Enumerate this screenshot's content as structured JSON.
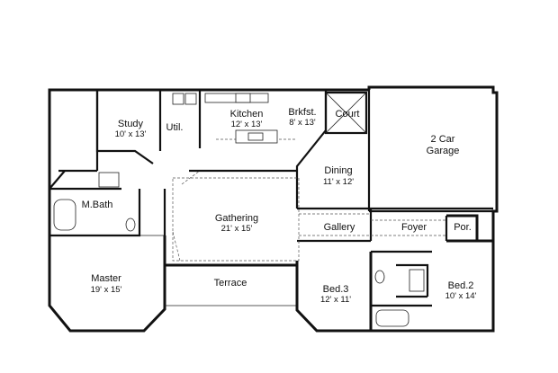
{
  "rooms": {
    "study": {
      "name": "Study",
      "size": "10' x 13'"
    },
    "util": {
      "name": "Util."
    },
    "kitchen": {
      "name": "Kitchen",
      "size": "12' x 13'"
    },
    "brkfst": {
      "name": "Brkfst.",
      "size": "8' x 13'"
    },
    "court": {
      "name": "Court"
    },
    "garage": {
      "name": "2 Car",
      "size": "Garage"
    },
    "dining": {
      "name": "Dining",
      "size": "11' x 12'"
    },
    "mbath": {
      "name": "M.Bath"
    },
    "gathering": {
      "name": "Gathering",
      "size": "21' x 15'"
    },
    "gallery": {
      "name": "Gallery"
    },
    "foyer": {
      "name": "Foyer"
    },
    "porch": {
      "name": "Por."
    },
    "master": {
      "name": "Master",
      "size": "19' x 15'"
    },
    "terrace": {
      "name": "Terrace"
    },
    "bed3": {
      "name": "Bed.3",
      "size": "12' x 11'"
    },
    "bed2": {
      "name": "Bed.2",
      "size": "10' x 14'"
    }
  }
}
